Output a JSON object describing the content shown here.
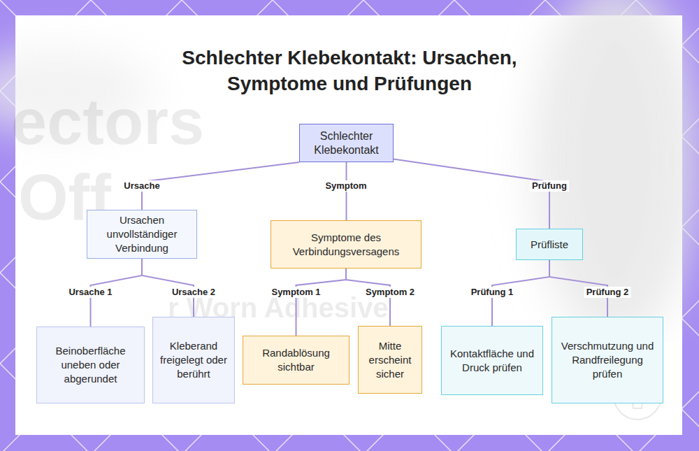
{
  "diagram": {
    "title": "Schlechter Klebekontakt: Ursachen, Symptome und Prüfungen",
    "nodes": [
      {
        "text": [
          "Schlechter Klebekontakt"
        ]
      },
      {
        "text": [
          "Ursachen unvollständiger Verbindung"
        ]
      },
      {
        "text": [
          "Symptome des Verbindungsversagens"
        ]
      },
      {
        "text": [
          "Prüfliste"
        ]
      },
      {
        "text": [
          "Beinoberfläche uneben oder abgerundet"
        ]
      },
      {
        "text": [
          "Kleberand freigelegt oder berührt"
        ]
      },
      {
        "text": [
          "Randablösung sichtbar"
        ]
      },
      {
        "text": [
          "Mitte erscheint sicher"
        ]
      },
      {
        "text": [
          "Kontaktfläche und Druck prüfen"
        ]
      },
      {
        "text": [
          "Verschmutzung und Randfreilegung prüfen"
        ]
      }
    ],
    "edges": [
      {
        "from": 0,
        "to": 1,
        "arrow": "none",
        "label": "Ursache"
      },
      {
        "from": 0,
        "to": 2,
        "arrow": "none",
        "label": "Symptom"
      },
      {
        "from": 0,
        "to": 3,
        "arrow": "none",
        "label": "Prüfung"
      },
      {
        "from": 1,
        "to": 4,
        "arrow": "none",
        "label": "Ursache 1"
      },
      {
        "from": 1,
        "to": 5,
        "arrow": "none",
        "label": "Ursache 2"
      },
      {
        "from": 2,
        "to": 6,
        "arrow": "none",
        "label": "Symptom 1"
      },
      {
        "from": 2,
        "to": 7,
        "arrow": "none",
        "label": "Symptom 2"
      },
      {
        "from": 3,
        "to": 8,
        "arrow": "none",
        "label": "Prüfung 1"
      },
      {
        "from": 3,
        "to": 9,
        "arrow": "none",
        "label": "Prüfung 2"
      }
    ],
    "labels": [
      "ectors",
      "Off",
      "r Worn Adhesive"
    ]
  }
}
